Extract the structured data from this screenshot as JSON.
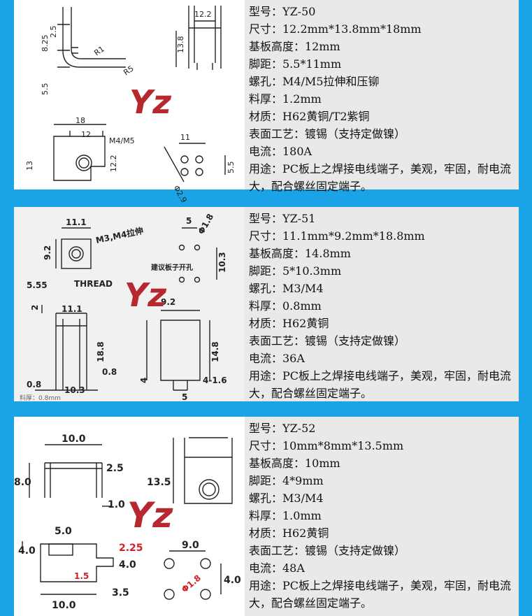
{
  "products": [
    {
      "model": "型号：YZ-50",
      "size": "尺寸：12.2mm*13.8mm*18mm",
      "base_height": "基板高度：12mm",
      "pitch": "脚距：5.5*11mm",
      "hole": "螺孔：M4/M5拉伸和压铆",
      "thickness": "料厚：1.2mm",
      "material": "材质：H62黄铜/T2紫铜",
      "finish": "表面工艺：镀锡（支持定做镍）",
      "current": "电流：180A",
      "usage": "用途：PC板上之焊接电线端子，美观，牢固，耐电流大，配合螺丝固定端子。",
      "dims": [
        "12.2",
        "2.5",
        "8.25",
        "13.8",
        "R1",
        "R5",
        "5.5",
        "18",
        "12",
        "M4/M5",
        "11",
        "13",
        "12.2",
        "5.5",
        "Φ2.9"
      ]
    },
    {
      "model": "型号：YZ-51",
      "size": "尺寸：11.1mm*9.2mm*18.8mm",
      "base_height": "基板高度：14.8mm",
      "pitch": "脚距：5*10.3mm",
      "hole": "螺孔：M3/M4",
      "thickness": "料厚：0.8mm",
      "material": "材质：H62黄铜",
      "finish": "表面工艺：镀锡（支持定做镍）",
      "current": "电流：36A",
      "usage": "用途：PC板上之焊接电线端子，美观，牢固，耐电流大，配合螺丝固定端子。",
      "dims": [
        "11.1",
        "M3,M4拉伸",
        "5",
        "Φ1.8",
        "9.2",
        "10.3",
        "建议板子开孔",
        "5.55",
        "THREAD",
        "2",
        "11.1",
        "9.2",
        "18.8",
        "14.8",
        "0.8",
        "0.8",
        "10.3",
        "4",
        "4-1.6",
        "5",
        "料厚：0.8mm"
      ]
    },
    {
      "model": "型号：YZ-52",
      "size": "尺寸：10mm*8mm*13.5mm",
      "base_height": "基板高度：10mm",
      "pitch": "脚距：4*9mm",
      "hole": "螺孔：M3/M4",
      "thickness": "料厚：1.0mm",
      "material": "材质：H62黄铜",
      "finish": "表面工艺：镀锡（支持定做镍）",
      "current": "电流：48A",
      "usage": "用途：PC板上之焊接电线端子，美观，牢固，耐电流大，配合螺丝固定端子。",
      "dims": [
        "10.0",
        "8.0",
        "2.5",
        "1.0",
        "13.5",
        "5.0",
        "4.0",
        "2.25",
        "4.0",
        "1.5",
        "3.5",
        "10.0",
        "9.0",
        "Φ1.8",
        "4.0"
      ]
    }
  ],
  "logo": "Yz",
  "colors": {
    "background": "#1aa3e6",
    "spec_bg": "#e9e9e9",
    "logo": "#b7272e",
    "red_dim": "#d0202a"
  }
}
